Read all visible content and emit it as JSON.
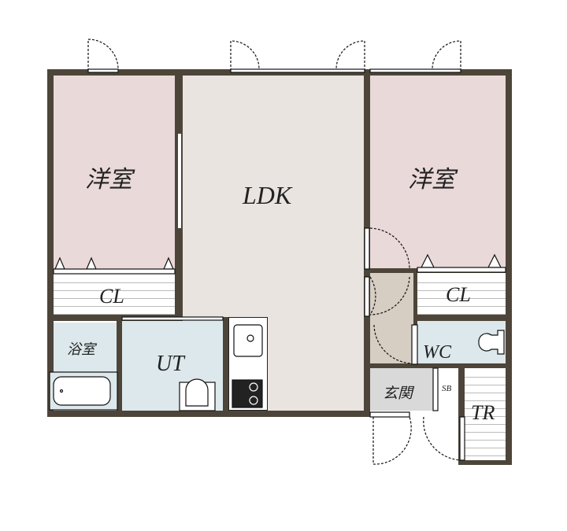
{
  "rooms": {
    "western_left": "洋室",
    "ldk": "LDK",
    "western_right": "洋室",
    "closet_left": "CL",
    "closet_right": "CL",
    "bathroom": "浴室",
    "utility": "UT",
    "toilet": "WC",
    "entrance": "玄関",
    "shoe_box": "SB",
    "trunk_room": "TR"
  },
  "colors": {
    "wall": "#4d4539",
    "western": "#ead9d9",
    "ldk": "#e9e4e0",
    "wet": "#dde8ec",
    "hall": "#d6cdc3",
    "entrance": "#d9d9d9"
  }
}
